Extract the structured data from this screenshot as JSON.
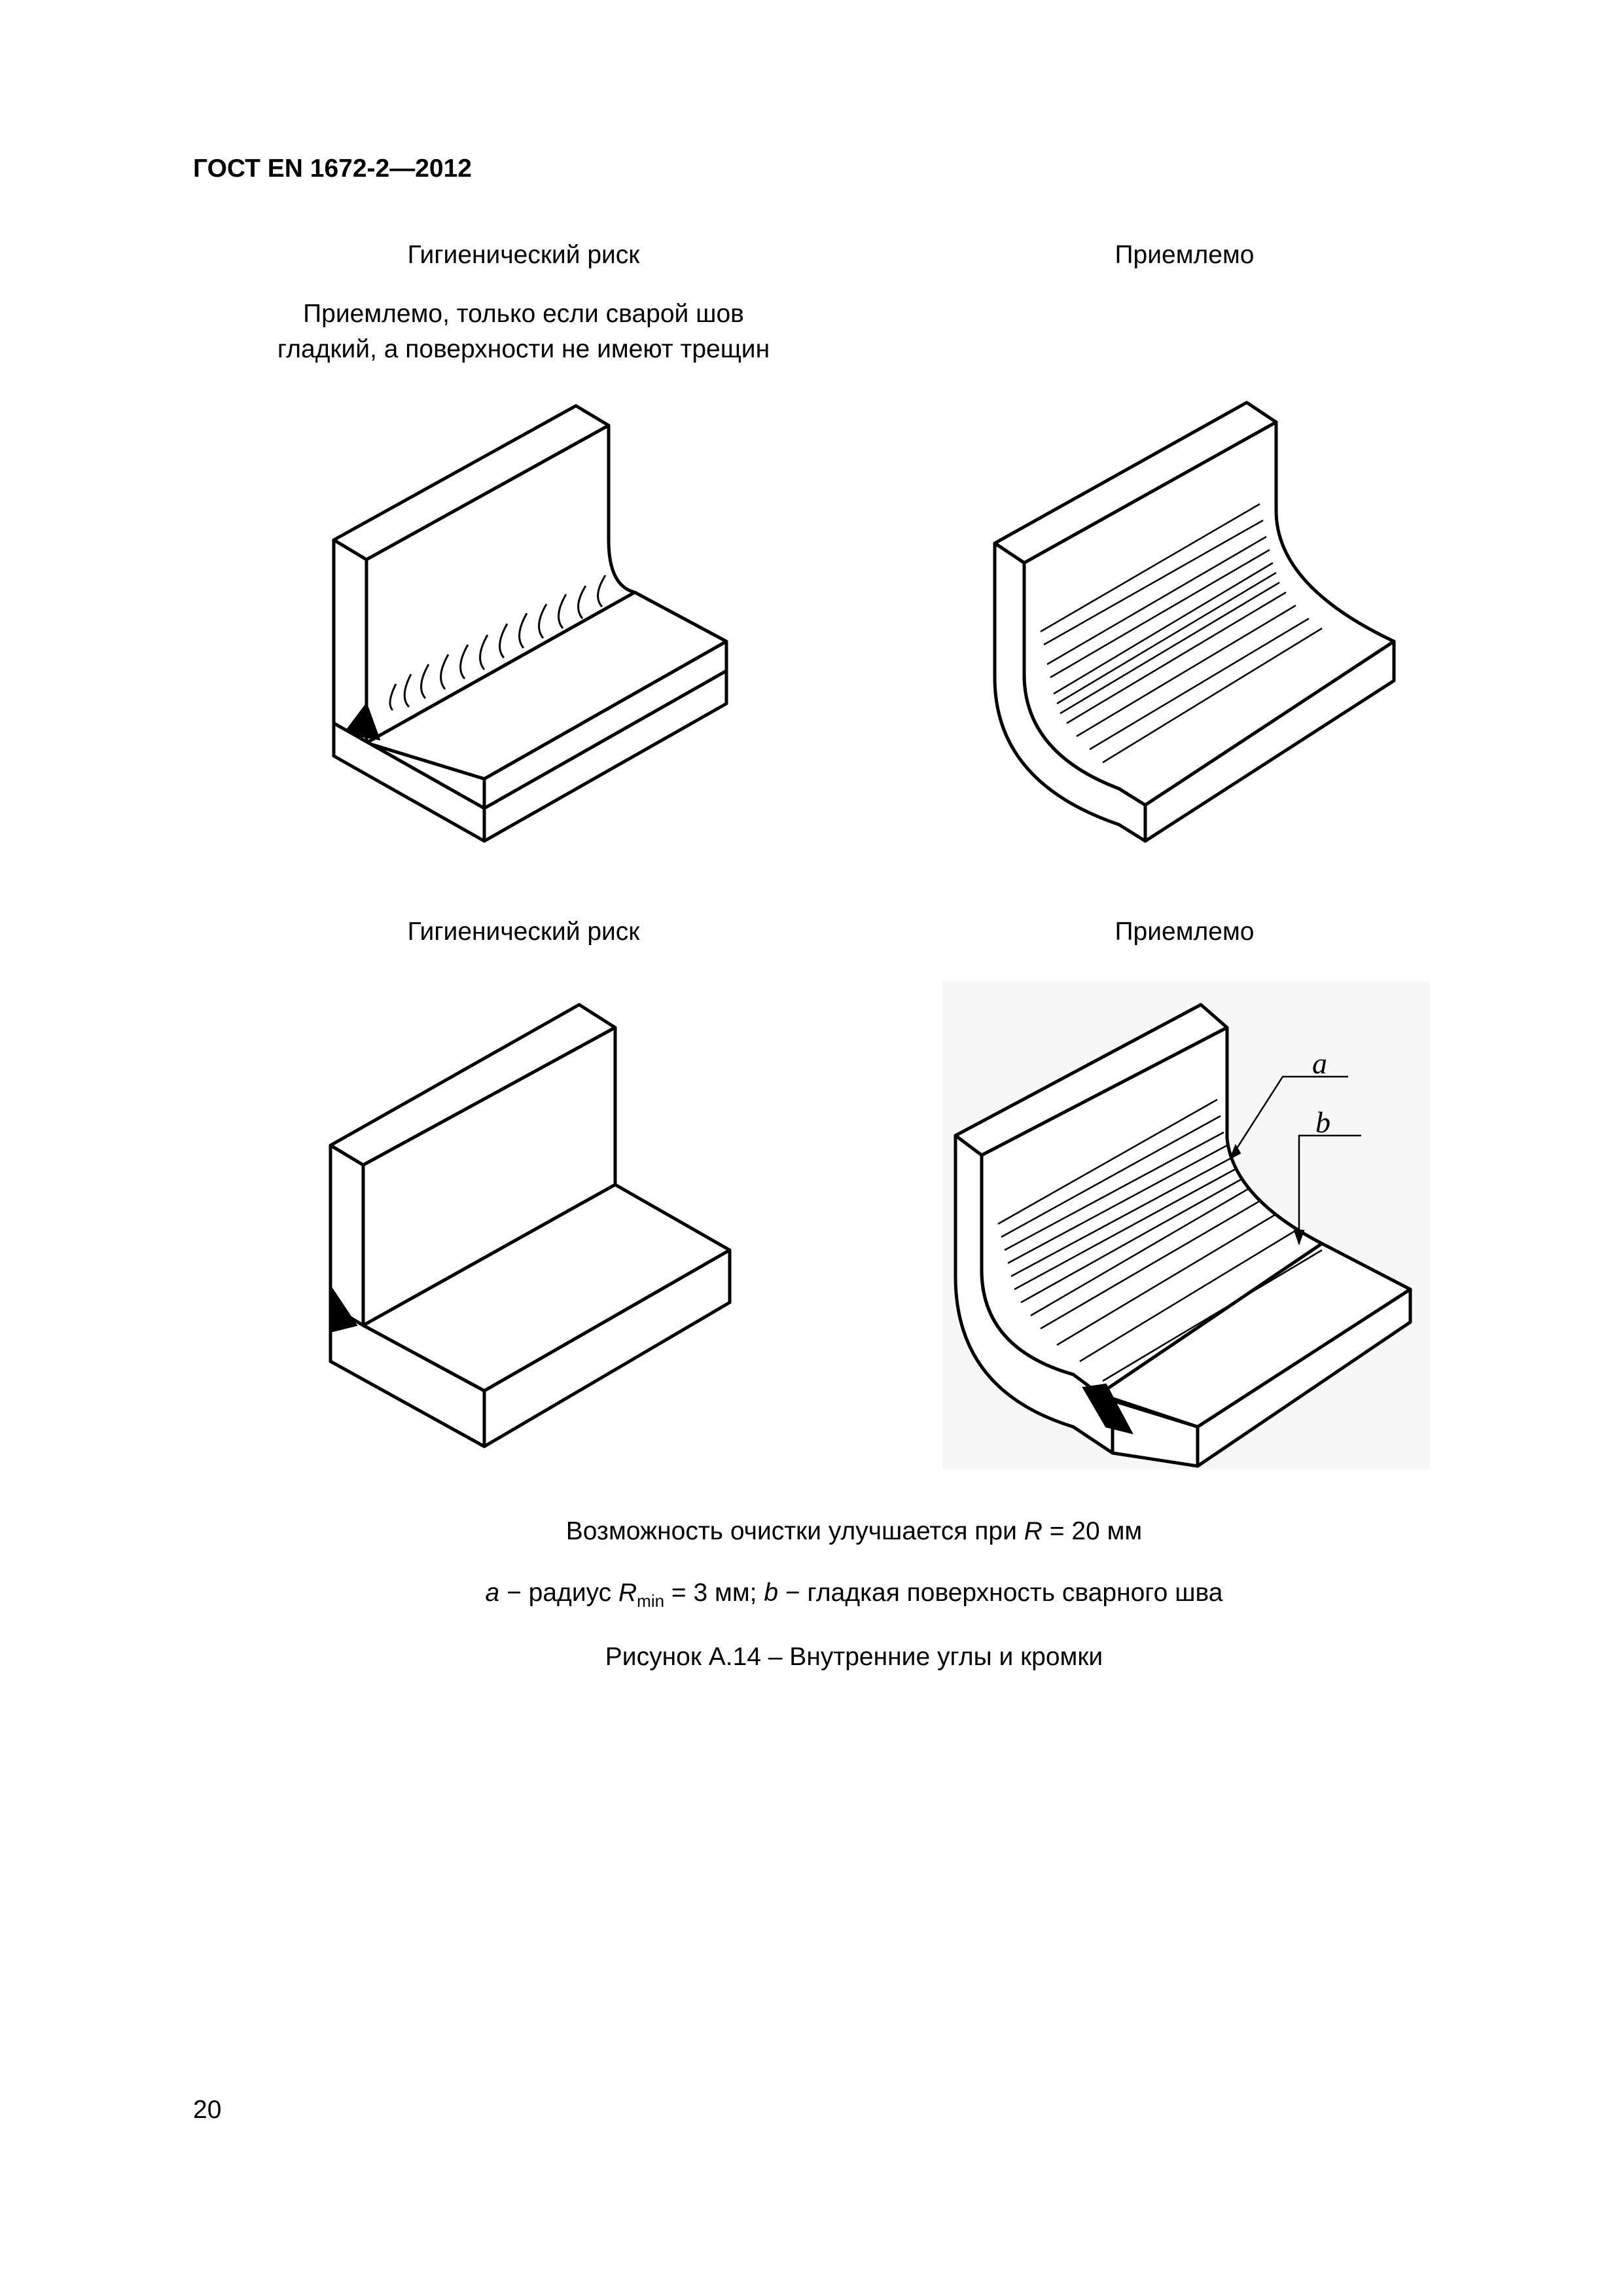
{
  "header": {
    "doc_id": "ГОСТ EN 1672-2—2012"
  },
  "top_left": {
    "caption": "Гигиенический риск",
    "note_line1": "Приемлемо, только если сварой шов",
    "note_line2": "гладкий, а поверхности не имеют трещин"
  },
  "top_right": {
    "caption": "Приемлемо"
  },
  "bottom_left": {
    "caption": "Гигиенический риск"
  },
  "bottom_right": {
    "caption": "Приемлемо",
    "label_a": "a",
    "label_b": "b"
  },
  "footer": {
    "cleanability_prefix": "Возможность очистки улучшается при ",
    "cleanability_var": "R",
    "cleanability_suffix": " = 20 мм",
    "legend_a": "a",
    "legend_a_text": " − радиус ",
    "legend_r": "R",
    "legend_r_sub": "min",
    "legend_r_value": " = 3 мм; ",
    "legend_b": "b",
    "legend_b_text": " − гладкая поверхность сварного шва",
    "figure_title": "Рисунок А.14 – Внутренние углы и кромки"
  },
  "page_number": "20"
}
